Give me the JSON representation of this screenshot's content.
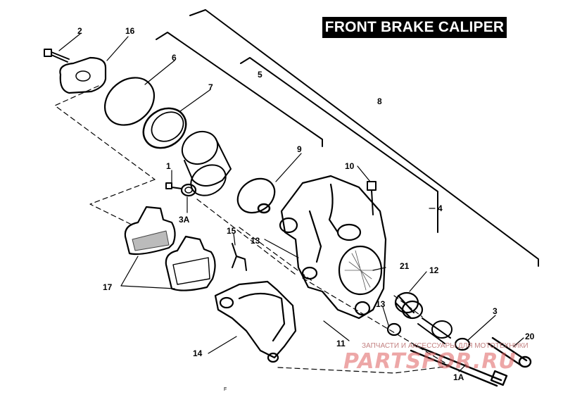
{
  "title": "FRONT BRAKE CALIPER",
  "callouts": {
    "c1": "1",
    "c1a": "1A",
    "c2": "2",
    "c3": "3",
    "c3a": "3A",
    "c4": "4",
    "c5": "5",
    "c6": "6",
    "c7": "7",
    "c8": "8",
    "c9": "9",
    "c10": "10",
    "c11": "11",
    "c12": "12",
    "c13a": "13",
    "c13b": "13",
    "c14": "14",
    "c15": "15",
    "c16": "16",
    "c17": "17",
    "c20": "20",
    "c21": "21"
  },
  "watermark": {
    "ru": "ЗАПЧАСТИ И АКСЕССУАРЫ ДЛЯ МОТОТЕХНИКИ",
    "logo": "PARTSFOR.RU"
  },
  "stray_mark": "F"
}
